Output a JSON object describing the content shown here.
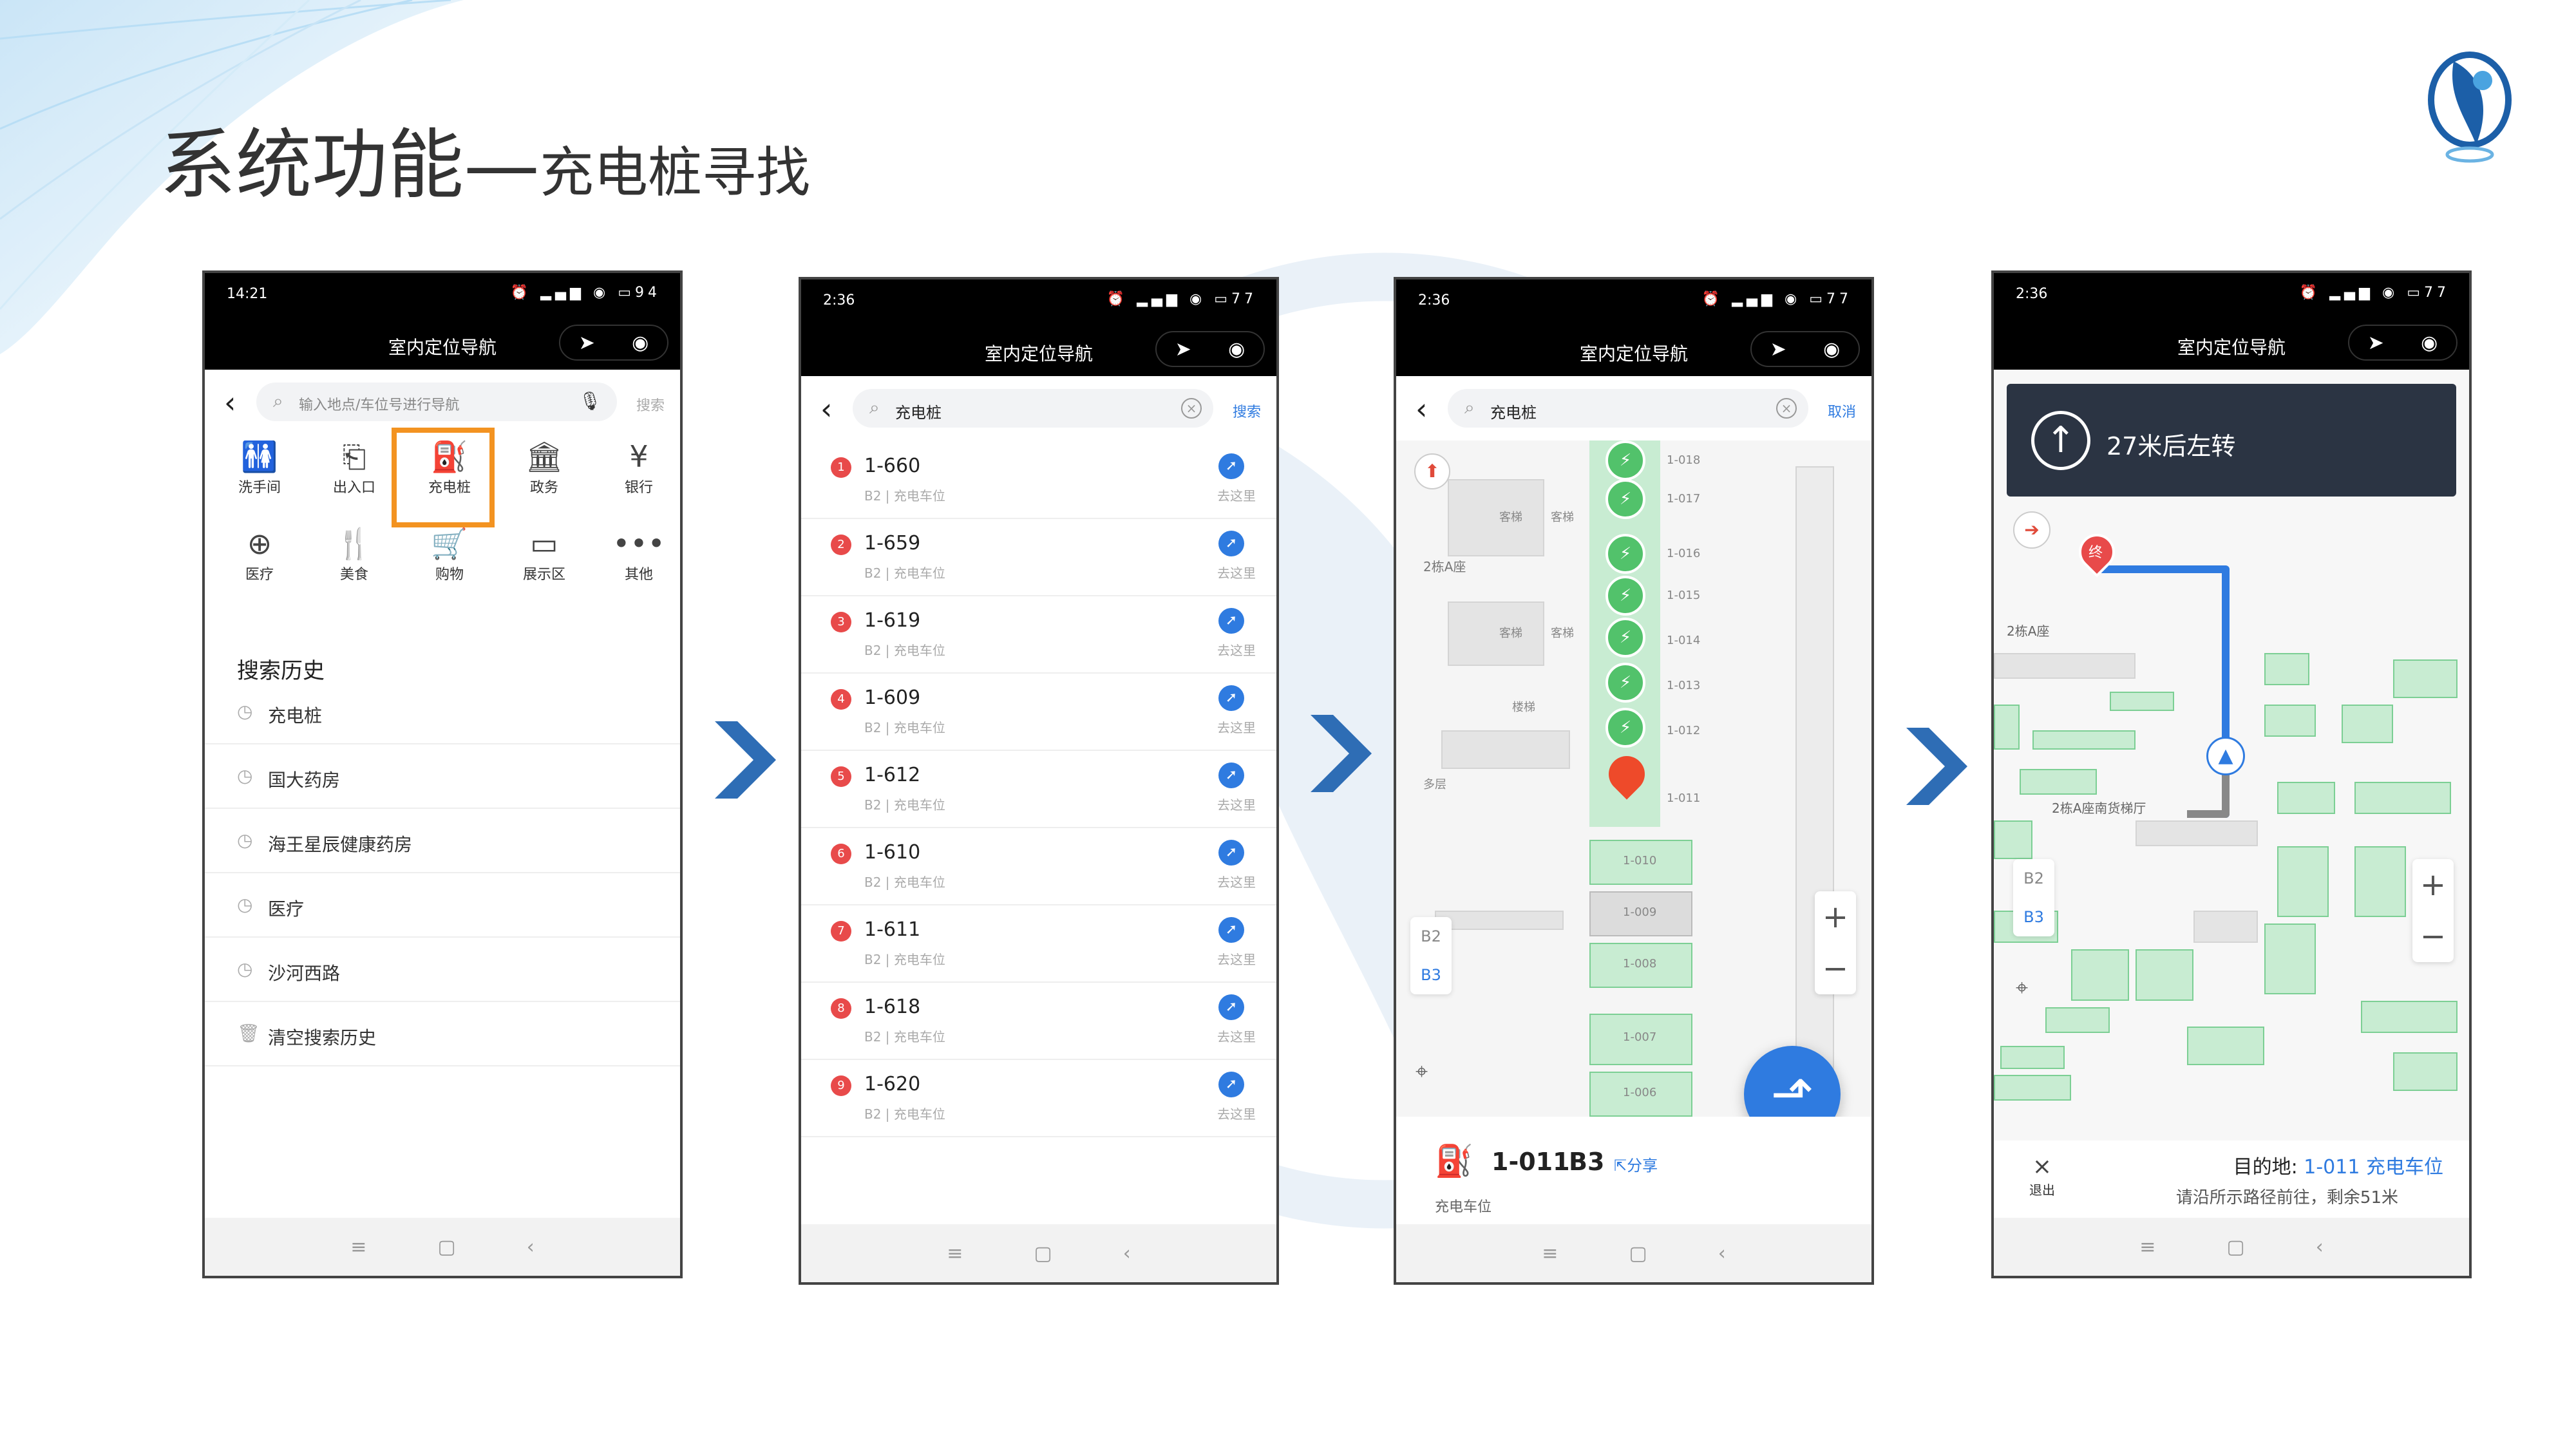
{
  "slide": {
    "title_main": "系统功能—",
    "title_sub": "充电桩寻找"
  },
  "app": {
    "title": "室内定位导航"
  },
  "phone1": {
    "time": "14:21",
    "battery": "94",
    "search_placeholder": "输入地点/车位号进行导航",
    "search_action": "搜索",
    "categories": [
      {
        "label": "洗手间",
        "icon": "restroom-icon"
      },
      {
        "label": "出入口",
        "icon": "exit-icon"
      },
      {
        "label": "充电桩",
        "icon": "charging-pile-icon"
      },
      {
        "label": "政务",
        "icon": "government-icon"
      },
      {
        "label": "银行",
        "icon": "bank-icon"
      },
      {
        "label": "医疗",
        "icon": "medical-icon"
      },
      {
        "label": "美食",
        "icon": "food-icon"
      },
      {
        "label": "购物",
        "icon": "shopping-icon"
      },
      {
        "label": "展示区",
        "icon": "exhibition-icon"
      },
      {
        "label": "其他",
        "icon": "more-icon"
      }
    ],
    "history_title": "搜索历史",
    "history": [
      "充电桩",
      "国大药房",
      "海王星辰健康药房",
      "医疗",
      "沙河西路",
      "清空搜索历史"
    ]
  },
  "phone2": {
    "time": "2:36",
    "battery": "77",
    "search_value": "充电桩",
    "search_action": "搜索",
    "results": [
      {
        "rank": "1",
        "name": "1-660",
        "meta": "B2 | 充电车位",
        "go": "去这里"
      },
      {
        "rank": "2",
        "name": "1-659",
        "meta": "B2 | 充电车位",
        "go": "去这里"
      },
      {
        "rank": "3",
        "name": "1-619",
        "meta": "B2 | 充电车位",
        "go": "去这里"
      },
      {
        "rank": "4",
        "name": "1-609",
        "meta": "B2 | 充电车位",
        "go": "去这里"
      },
      {
        "rank": "5",
        "name": "1-612",
        "meta": "B2 | 充电车位",
        "go": "去这里"
      },
      {
        "rank": "6",
        "name": "1-610",
        "meta": "B2 | 充电车位",
        "go": "去这里"
      },
      {
        "rank": "7",
        "name": "1-611",
        "meta": "B2 | 充电车位",
        "go": "去这里"
      },
      {
        "rank": "8",
        "name": "1-618",
        "meta": "B2 | 充电车位",
        "go": "去这里"
      },
      {
        "rank": "9",
        "name": "1-620",
        "meta": "B2 | 充电车位",
        "go": "去这里"
      }
    ]
  },
  "phone3": {
    "time": "2:36",
    "battery": "77",
    "search_value": "充电桩",
    "search_action": "取消",
    "slots_top": [
      "1-018",
      "1-017",
      "1-016",
      "1-015",
      "1-014",
      "1-013",
      "1-012",
      "1-011"
    ],
    "slots_bottom": [
      "1-010",
      "1-009",
      "1-008",
      "1-007",
      "1-006"
    ],
    "area_label": "2栋A座",
    "elevator_labels": [
      "客梯",
      "客梯",
      "客梯",
      "客梯"
    ],
    "stairs_label": "楼梯",
    "layers_label": "多层",
    "floors": [
      "B2",
      "B3"
    ],
    "selected_floor": "B3",
    "card_name": "1-011",
    "card_floor": "B3",
    "card_share": "分享",
    "card_type": "充电车位"
  },
  "phone4": {
    "time": "2:36",
    "battery": "77",
    "instruction": "27米后左转",
    "area_label": "2栋A座",
    "area_label2": "2栋A座南货梯厅",
    "dest_marker": "终",
    "floors": [
      "B2",
      "B3"
    ],
    "selected_floor": "B3",
    "exit_label": "退出",
    "dest_prefix": "目的地:",
    "dest_name": "1-011",
    "dest_type": "充电车位",
    "dest_hint": "请沿所示路径前往，剩余51米"
  },
  "colors": {
    "accent": "#2f7be0",
    "highlight": "#f39321",
    "parking_green": "#52c26b",
    "dark_bar": "#000000",
    "instruction_card": "#2b3443",
    "arrow": "#2e6db5"
  }
}
